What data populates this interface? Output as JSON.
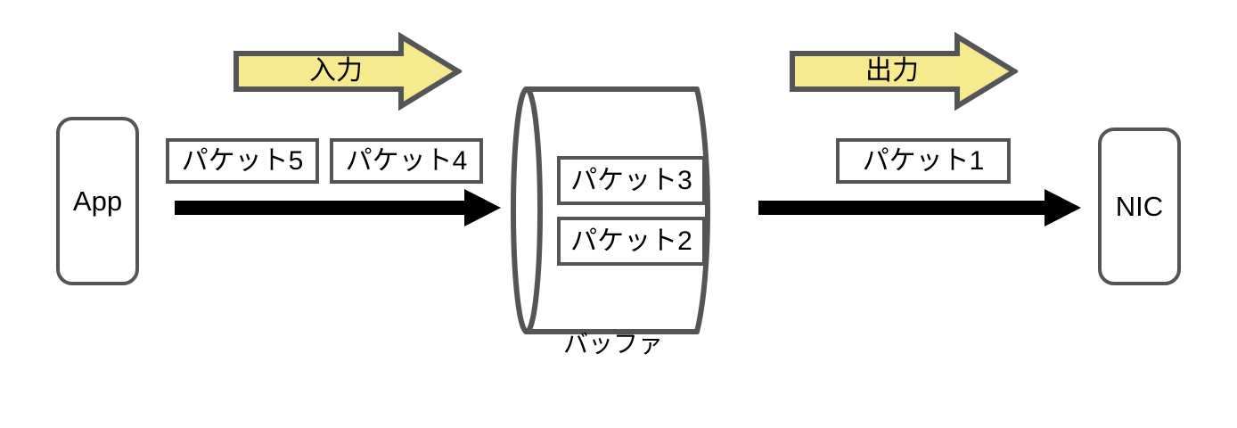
{
  "diagram": {
    "title_hidden": "",
    "colors": {
      "shape_stroke": "#555555",
      "arrow_black": "#000000",
      "arrow_yellow_fill": "#F6E98E",
      "arrow_yellow_stroke": "#555555",
      "background": "#FFFFFF",
      "text": "#000000"
    },
    "nodes": {
      "app": {
        "label": "App"
      },
      "nic": {
        "label": "NIC"
      },
      "buffer": {
        "label": "バッファ"
      }
    },
    "incoming_packets": [
      {
        "label": "パケット5"
      },
      {
        "label": "パケット4"
      }
    ],
    "buffered_packets": [
      {
        "label": "パケット3"
      },
      {
        "label": "パケット2"
      }
    ],
    "outgoing_packets": [
      {
        "label": "パケット1"
      }
    ],
    "flow_arrows": [
      {
        "name": "input",
        "label": "入力"
      },
      {
        "name": "output",
        "label": "出力"
      }
    ]
  }
}
